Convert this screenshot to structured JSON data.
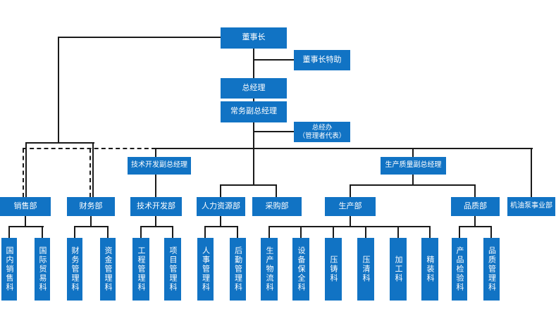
{
  "colors": {
    "box": "#1173c4",
    "line": "#1a1a1a",
    "text": "#ffffff",
    "background": "#ffffff"
  },
  "nodes": {
    "chairman": "董事长",
    "chairman_assistant": "董事长特助",
    "general_manager": "总经理",
    "executive_deputy_gm": "常务副总经理",
    "gm_office": {
      "line1": "总经办",
      "line2": "（管理者代表）"
    },
    "tech_dev_deputy_gm": "技术开发副总经理",
    "prod_quality_deputy_gm": "生产质量副总经理",
    "departments": {
      "sales": "销售部",
      "finance": "财务部",
      "tech_dev": "技术开发部",
      "hr": "人力资源部",
      "purchasing": "采购部",
      "production": "生产部",
      "quality": "品质部",
      "oil_pump_division": "机油泵事业部"
    },
    "sections": {
      "domestic_sales": "国内销售科",
      "intl_trade": "国际贸易科",
      "finance_mgmt": "财务管理科",
      "funds_mgmt": "资金管理科",
      "engineering_mgmt": "工程管理科",
      "project_mgmt": "项目管理科",
      "personnel_mgmt": "人事管理科",
      "logistics_mgmt": "后勤管理科",
      "prod_logistics": "生产物流科",
      "equipment_maint": "设备保全科",
      "die_casting": "压铸科",
      "pressure_cleaning": "压清科",
      "machining": "加工科",
      "finishing": "精装科",
      "product_inspection": "产品检验科",
      "quality_mgmt": "品质管理科"
    }
  }
}
